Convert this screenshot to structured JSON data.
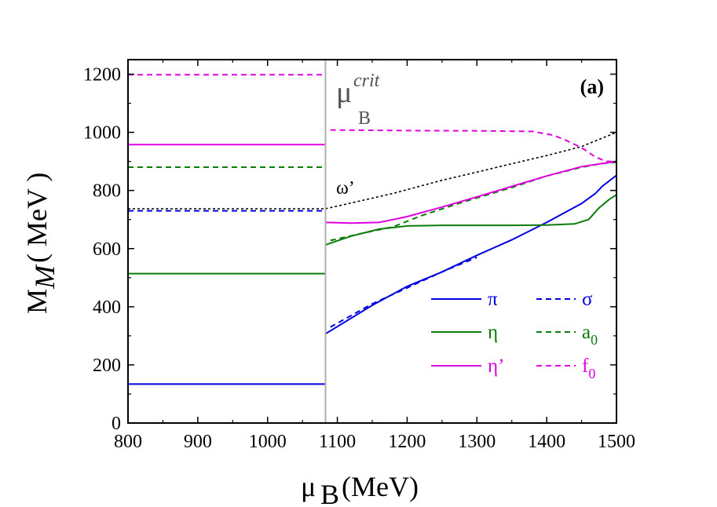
{
  "chart_data": {
    "type": "line",
    "panel_label": "(a)",
    "xlabel": {
      "main": "μ",
      "sub": "B",
      "rest": " (MeV)"
    },
    "ylabel": {
      "main": "M",
      "sub": "M",
      "rest": " ( MeV )"
    },
    "xlim": [
      800,
      1500
    ],
    "ylim": [
      0,
      1250
    ],
    "x_ticks": [
      "800",
      "900",
      "1000",
      "1100",
      "1200",
      "1300",
      "1400",
      "1500"
    ],
    "y_ticks": [
      "0",
      "200",
      "400",
      "600",
      "800",
      "1000",
      "1200"
    ],
    "crit_line": {
      "x": 1083,
      "label_main": "μ",
      "label_sup": "crit",
      "label_sub": "B",
      "color": "#b0b0b0"
    },
    "omega_label": "ω’",
    "series": [
      {
        "name": "π",
        "color": "#0000e0",
        "dash": "solid",
        "segments": [
          [
            [
              800,
              134
            ],
            [
              1083,
              134
            ]
          ],
          [
            [
              1083,
              307
            ],
            [
              1150,
              405
            ],
            [
              1200,
              470
            ],
            [
              1250,
              520
            ],
            [
              1300,
              577
            ],
            [
              1350,
              630
            ],
            [
              1400,
              690
            ],
            [
              1450,
              755
            ],
            [
              1470,
              790
            ],
            [
              1480,
              815
            ],
            [
              1500,
              852
            ]
          ]
        ]
      },
      {
        "name": "σ",
        "color": "#0000e0",
        "dash": "dashed",
        "segments": [
          [
            [
              800,
              730
            ],
            [
              1083,
              730
            ]
          ],
          [
            [
              1090,
              330
            ],
            [
              1150,
              410
            ],
            [
              1200,
              465
            ],
            [
              1250,
              520
            ],
            [
              1300,
              570
            ]
          ]
        ]
      },
      {
        "name": "η",
        "color": "#0a7d0a",
        "dash": "solid",
        "segments": [
          [
            [
              800,
              514
            ],
            [
              1083,
              514
            ]
          ],
          [
            [
              1083,
              613
            ],
            [
              1120,
              643
            ],
            [
              1160,
              667
            ],
            [
              1200,
              678
            ],
            [
              1250,
              680
            ],
            [
              1300,
              680
            ],
            [
              1350,
              680
            ],
            [
              1400,
              681
            ],
            [
              1440,
              685
            ],
            [
              1460,
              700
            ],
            [
              1475,
              740
            ],
            [
              1490,
              770
            ],
            [
              1500,
              785
            ]
          ]
        ]
      },
      {
        "name": "a",
        "sub": "0",
        "color": "#0a7d0a",
        "dash": "dashed",
        "segments": [
          [
            [
              800,
              880
            ],
            [
              1083,
              880
            ]
          ],
          [
            [
              1090,
              628
            ],
            [
              1140,
              655
            ],
            [
              1180,
              675
            ],
            [
              1220,
              713
            ],
            [
              1280,
              760
            ],
            [
              1350,
              810
            ],
            [
              1400,
              850
            ],
            [
              1450,
              880
            ],
            [
              1480,
              893
            ],
            [
              1500,
              897
            ]
          ]
        ]
      },
      {
        "name": "η’",
        "color": "#e000e0",
        "dash": "solid",
        "segments": [
          [
            [
              800,
              958
            ],
            [
              1083,
              958
            ]
          ],
          [
            [
              1083,
              690
            ],
            [
              1120,
              688
            ],
            [
              1160,
              690
            ],
            [
              1200,
              710
            ],
            [
              1250,
              743
            ],
            [
              1300,
              778
            ],
            [
              1350,
              814
            ],
            [
              1400,
              850
            ],
            [
              1450,
              882
            ],
            [
              1480,
              893
            ],
            [
              1500,
              900
            ]
          ]
        ]
      },
      {
        "name": "f",
        "sub": "0",
        "color": "#e000e0",
        "dash": "dashed",
        "segments": [
          [
            [
              800,
              1198
            ],
            [
              1083,
              1198
            ]
          ],
          [
            [
              1090,
              1008
            ],
            [
              1150,
              1007
            ],
            [
              1200,
              1006
            ],
            [
              1300,
              1005
            ],
            [
              1380,
              1003
            ],
            [
              1410,
              990
            ],
            [
              1430,
              970
            ],
            [
              1450,
              947
            ],
            [
              1470,
              915
            ],
            [
              1485,
              900
            ],
            [
              1500,
              900
            ]
          ]
        ]
      },
      {
        "name": "",
        "color": "#000000",
        "dash": "dotted",
        "segments": [
          [
            [
              800,
              737
            ],
            [
              1083,
              737
            ]
          ],
          [
            [
              1083,
              737
            ],
            [
              1120,
              757
            ],
            [
              1180,
              790
            ],
            [
              1250,
              835
            ],
            [
              1300,
              863
            ],
            [
              1350,
              892
            ],
            [
              1400,
              920
            ],
            [
              1450,
              951
            ],
            [
              1500,
              1000
            ]
          ]
        ]
      }
    ],
    "legend": [
      {
        "solid": "π",
        "dashed": "σ",
        "color": "#0000e0"
      },
      {
        "solid": "η",
        "dashed": "a",
        "dashed_sub": "0",
        "color": "#0a7d0a"
      },
      {
        "solid": "η’",
        "dashed": "f",
        "dashed_sub": "0",
        "color": "#e000e0"
      }
    ],
    "legend_position": "bottom-right"
  }
}
